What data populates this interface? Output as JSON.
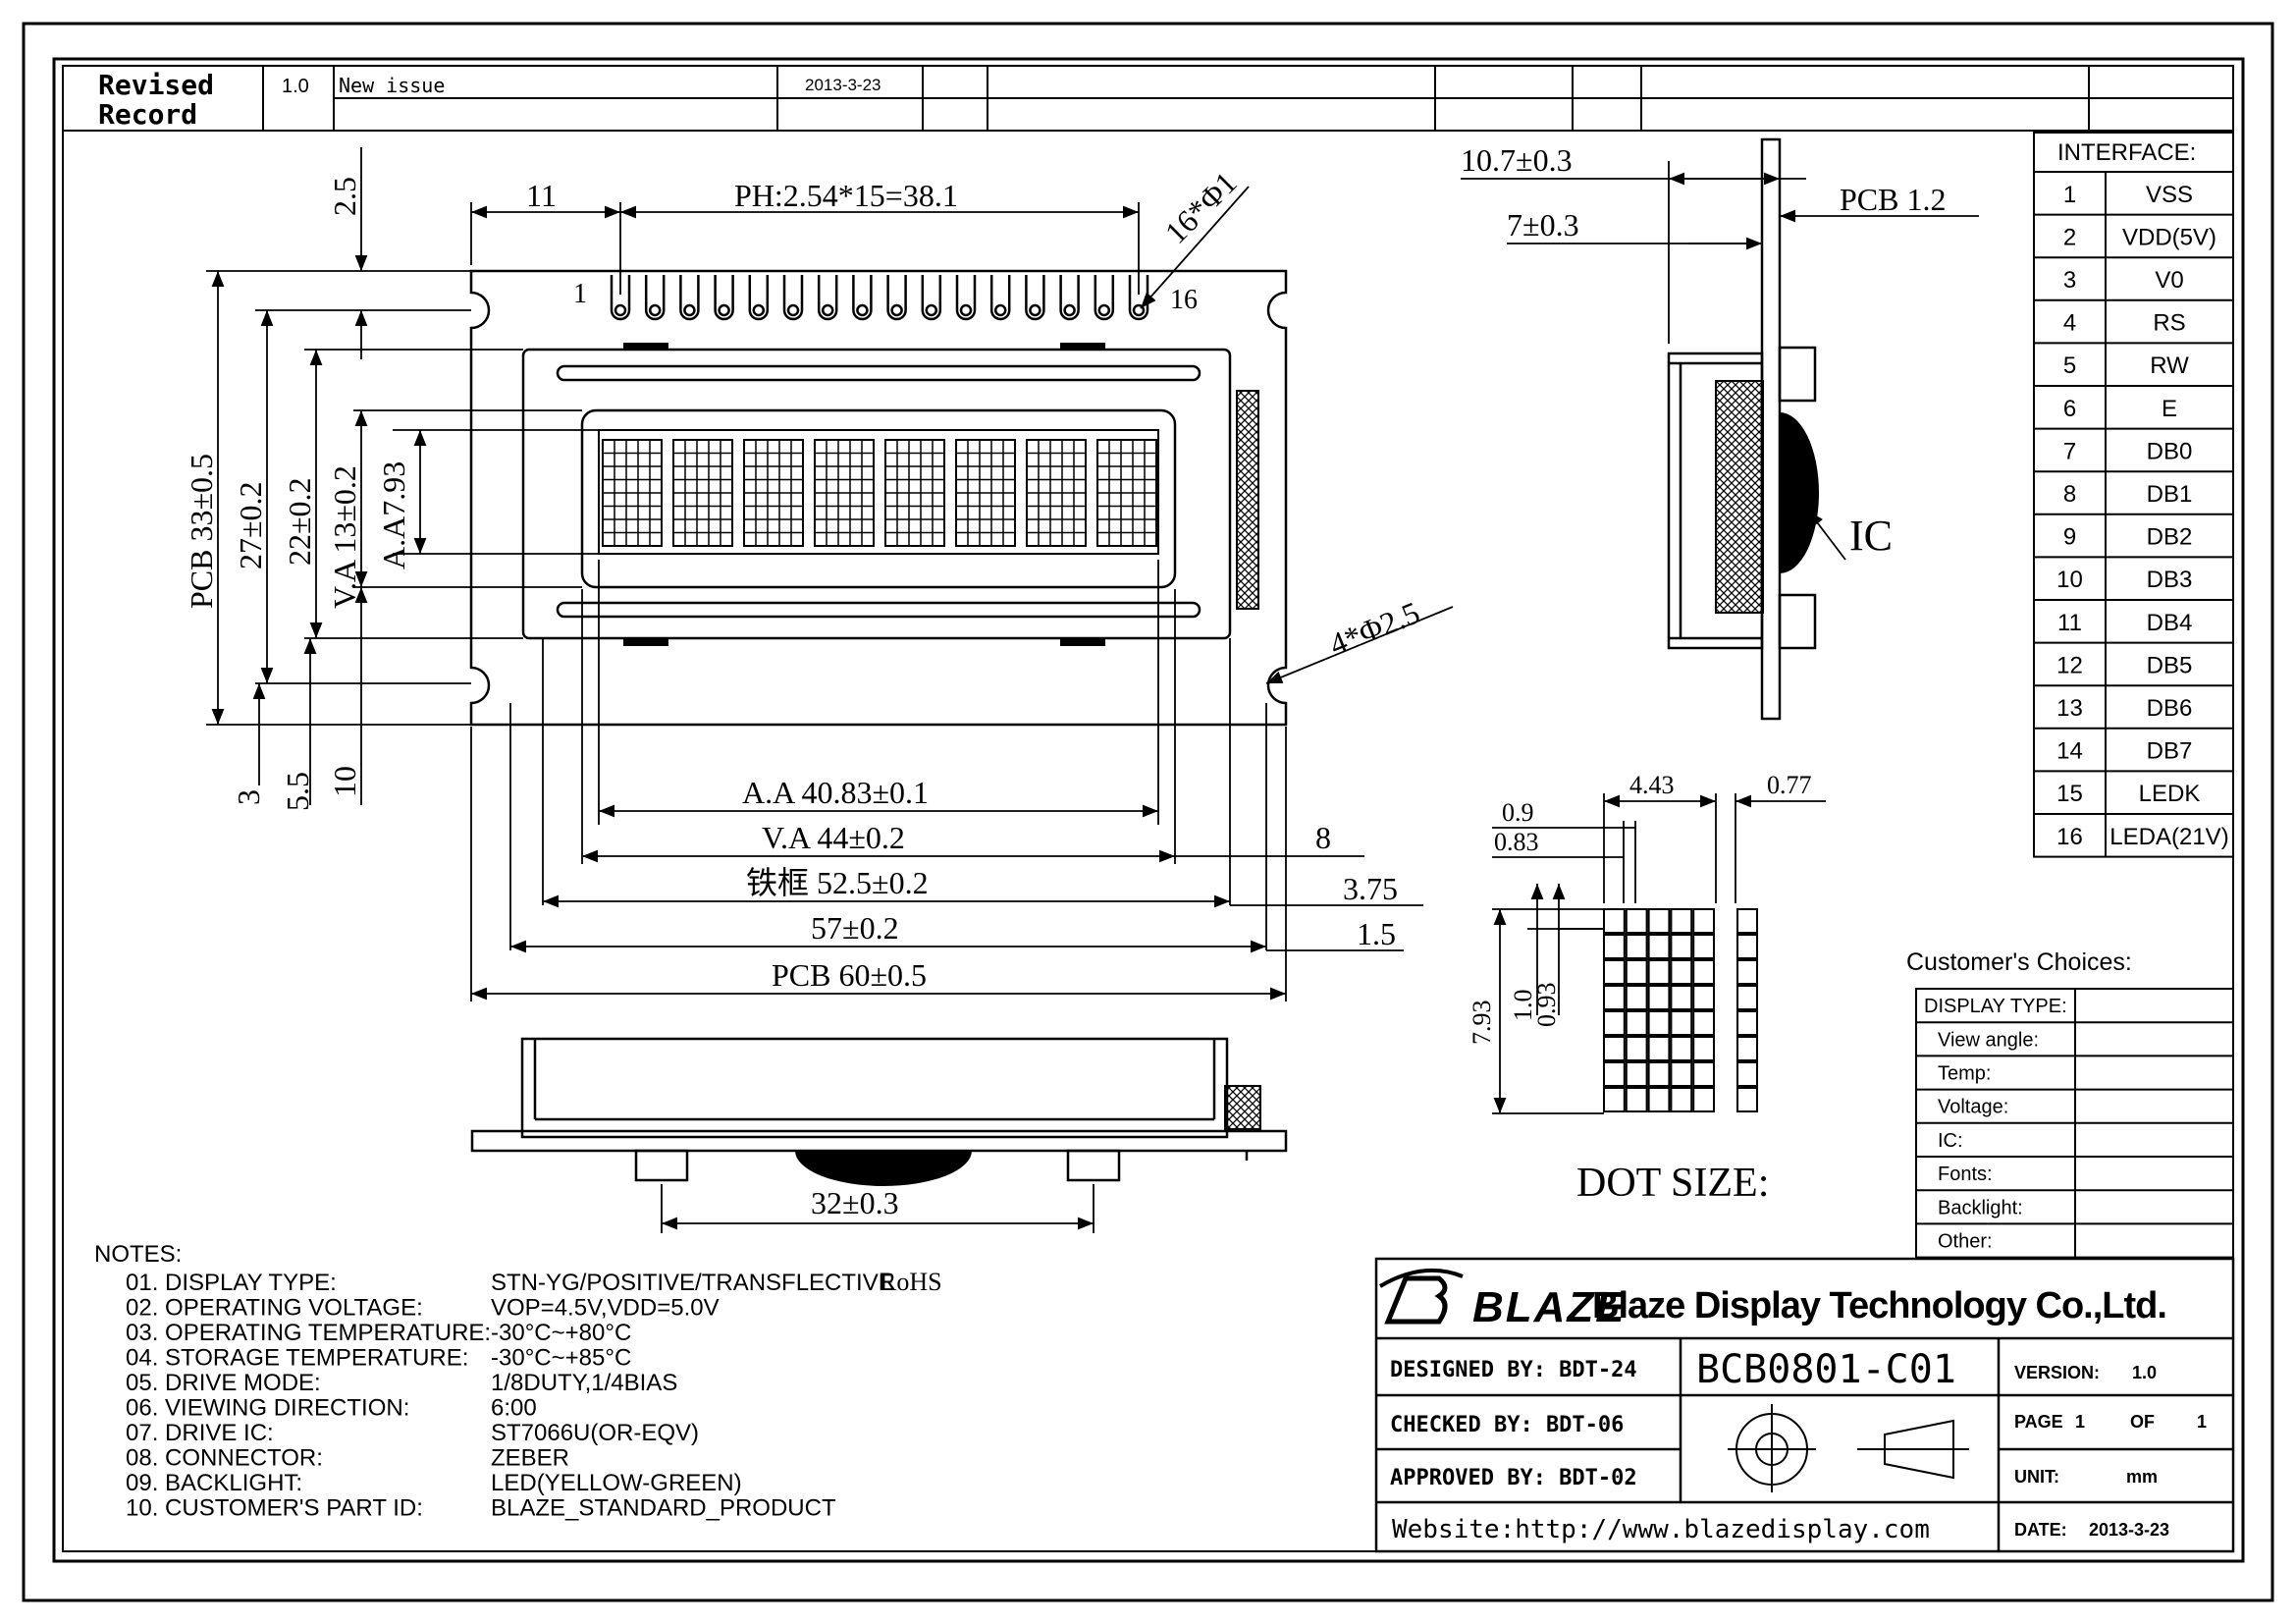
{
  "revision": {
    "label_line1": "Revised",
    "label_line2": "Record",
    "version": "1.0",
    "description": "New issue",
    "date": "2013-3-23"
  },
  "dimensions": {
    "left_margin": "11",
    "pitch": "PH:2.54*15=38.1",
    "pin_hole": "16*Φ1",
    "pin_first": "1",
    "pin_last": "16",
    "top_offset": "2.5",
    "pcb_height": "PCB 33±0.5",
    "bezel_height": "27±0.2",
    "va_area_height": "22±0.2",
    "va_height": "V.A 13±0.2",
    "aa_height": "A.A7.93",
    "mount_hole": "4*Φ2.5",
    "bottom_3": "3",
    "bottom_5_5": "5.5",
    "bottom_10": "10",
    "aa_width": "A.A 40.83±0.1",
    "va_width": "V.A  44±0.2",
    "bezel_width": "铁框 52.5±0.2",
    "outline_57": "57±0.2",
    "pcb_width": "PCB 60±0.5",
    "right_8": "8",
    "right_3_75": "3.75",
    "right_1_5": "1.5",
    "side_total": "10.7±0.3",
    "side_7": "7±0.3",
    "side_pcb": "PCB 1.2",
    "ic_label": "IC",
    "bottom_span": "32±0.3"
  },
  "dot_size": {
    "title": "DOT SIZE:",
    "w_4_43": "4.43",
    "w_0_77": "0.77",
    "w_0_9": "0.9",
    "w_0_83": "0.83",
    "h_7_93": "7.93",
    "h_1_0": "1.0",
    "h_0_93": "0.93"
  },
  "interface": {
    "title": "INTERFACE:",
    "pins": [
      {
        "no": "1",
        "name": "VSS"
      },
      {
        "no": "2",
        "name": "VDD(5V)"
      },
      {
        "no": "3",
        "name": "V0"
      },
      {
        "no": "4",
        "name": "RS"
      },
      {
        "no": "5",
        "name": "RW"
      },
      {
        "no": "6",
        "name": "E"
      },
      {
        "no": "7",
        "name": "DB0"
      },
      {
        "no": "8",
        "name": "DB1"
      },
      {
        "no": "9",
        "name": "DB2"
      },
      {
        "no": "10",
        "name": "DB3"
      },
      {
        "no": "11",
        "name": "DB4"
      },
      {
        "no": "12",
        "name": "DB5"
      },
      {
        "no": "13",
        "name": "DB6"
      },
      {
        "no": "14",
        "name": "DB7"
      },
      {
        "no": "15",
        "name": "LEDK"
      },
      {
        "no": "16",
        "name": "LEDA(21V)"
      }
    ]
  },
  "customer": {
    "title": "Customer's  Choices:",
    "rows": [
      "DISPLAY TYPE:",
      "View angle:",
      "Temp:",
      "Voltage:",
      "IC:",
      "Fonts:",
      "Backlight:",
      "Other:"
    ]
  },
  "notes": {
    "title": "NOTES:",
    "items": [
      {
        "label": "01. DISPLAY TYPE:",
        "value": "STN-YG/POSITIVE/TRANSFLECTIVE"
      },
      {
        "label": "02. OPERATING VOLTAGE:",
        "value": "VOP=4.5V,VDD=5.0V"
      },
      {
        "label": "03. OPERATING TEMPERATURE:",
        "value": "-30°C~+80°C"
      },
      {
        "label": "04. STORAGE TEMPERATURE:",
        "value": "-30°C~+85°C"
      },
      {
        "label": "05. DRIVE MODE:",
        "value": "1/8DUTY,1/4BIAS"
      },
      {
        "label": "06. VIEWING DIRECTION:",
        "value": "6:00"
      },
      {
        "label": "07. DRIVE IC:",
        "value": "ST7066U(OR-EQV)"
      },
      {
        "label": "08. CONNECTOR:",
        "value": "ZEBER"
      },
      {
        "label": "09. BACKLIGHT:",
        "value": "LED(YELLOW-GREEN)"
      },
      {
        "label": "10. CUSTOMER'S PART ID:",
        "value": "BLAZE_STANDARD_PRODUCT"
      }
    ],
    "rohs": "RoHS"
  },
  "title_block": {
    "logo": "BLAZE",
    "company": "Blaze Display Technology Co.,Ltd.",
    "designed": "DESIGNED  BY:  BDT-24",
    "checked": "CHECKED  BY:  BDT-06",
    "approved": "APPROVED  BY:  BDT-02",
    "website": "Website:http://www.blazedisplay.com",
    "part_no": "BCB0801-C01",
    "version_label": "VERSION:",
    "version": "1.0",
    "page_label": "PAGE",
    "page": "1",
    "of_label": "OF",
    "of": "1",
    "unit_label": "UNIT:",
    "unit": "mm",
    "date_label": "DATE:",
    "date": "2013-3-23"
  }
}
